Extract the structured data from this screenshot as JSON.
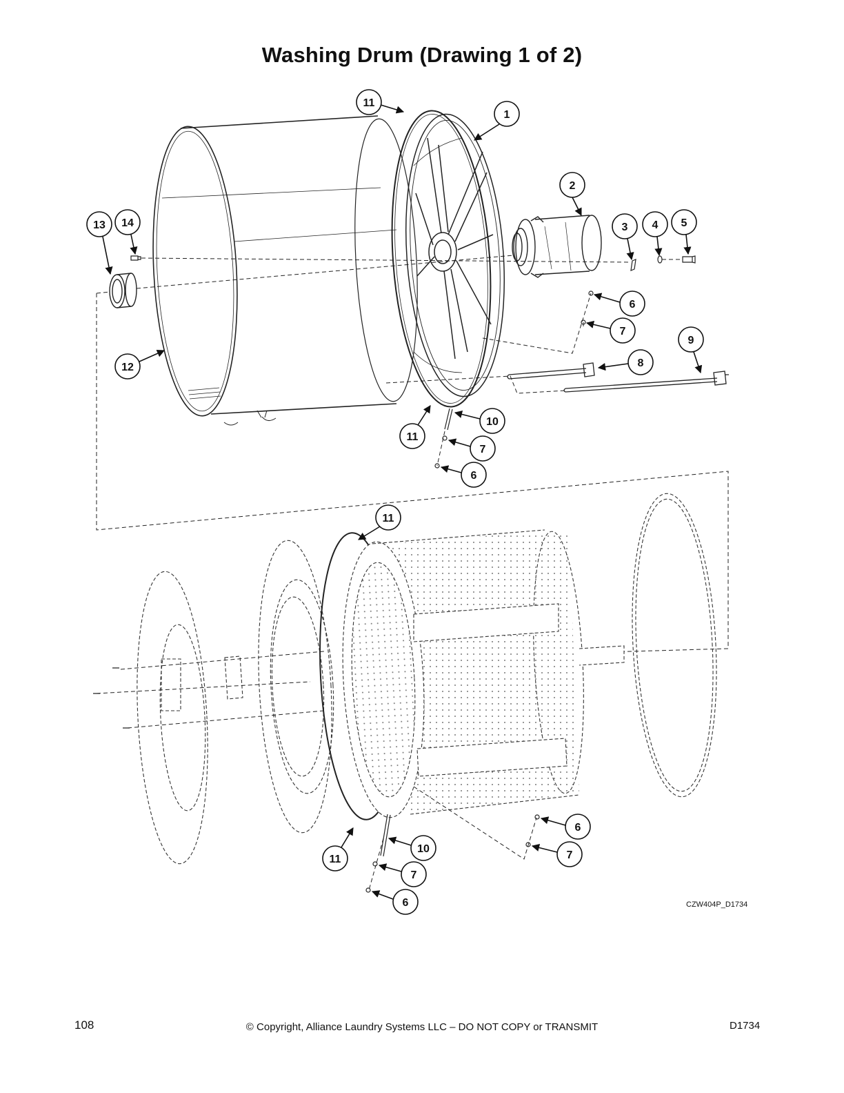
{
  "title": "Washing Drum (Drawing 1 of 2)",
  "drawing_code": "CZW404P_D1734",
  "footer": {
    "page_number": "108",
    "copyright": "© Copyright, Alliance Laundry Systems LLC – DO NOT COPY or TRANSMIT",
    "doc_code": "D1734"
  },
  "callouts": [
    "11",
    "1",
    "2",
    "13",
    "14",
    "3",
    "4",
    "5",
    "6",
    "7",
    "9",
    "12",
    "8",
    "10",
    "11",
    "7",
    "6",
    "11",
    "6",
    "7",
    "10",
    "11",
    "7",
    "6"
  ],
  "colors": {
    "line": "#222222",
    "background": "#ffffff"
  }
}
